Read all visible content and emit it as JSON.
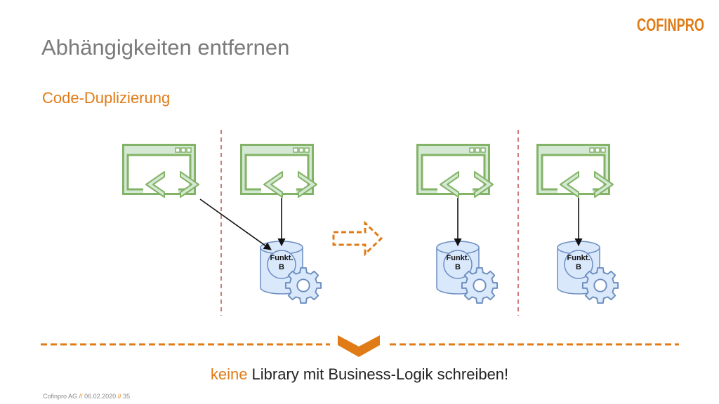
{
  "slide": {
    "title": "Abhängigkeiten entfernen",
    "subtitle": "Code-Duplizierung",
    "logo_text": "COFINPRO"
  },
  "diagram": {
    "code_windows": [
      {
        "icon": "code-window-icon"
      },
      {
        "icon": "code-window-icon"
      },
      {
        "icon": "code-window-icon"
      },
      {
        "icon": "code-window-icon"
      }
    ],
    "databases": [
      {
        "line1": "Funkt.",
        "line2": "B"
      },
      {
        "line1": "Funkt.",
        "line2": "B"
      },
      {
        "line1": "Funkt.",
        "line2": "B"
      }
    ],
    "transition_arrow": "dashed-right-arrow-icon",
    "merge_chevron": "chevron-down-icon"
  },
  "conclusion": {
    "accent": "keine",
    "rest": " Library mit Business-Logik schreiben!"
  },
  "footer": {
    "company": "Cofinpro AG",
    "sep": "//",
    "date": "06.02.2020",
    "page": "35"
  },
  "colors": {
    "accent": "#e07b16",
    "code_green_fill": "#d5e8d4",
    "code_green_stroke": "#82b366",
    "db_fill": "#dae8fc",
    "db_stroke": "#6c8ebf",
    "divider": "#c0504d",
    "title_gray": "#7a7a7a"
  }
}
